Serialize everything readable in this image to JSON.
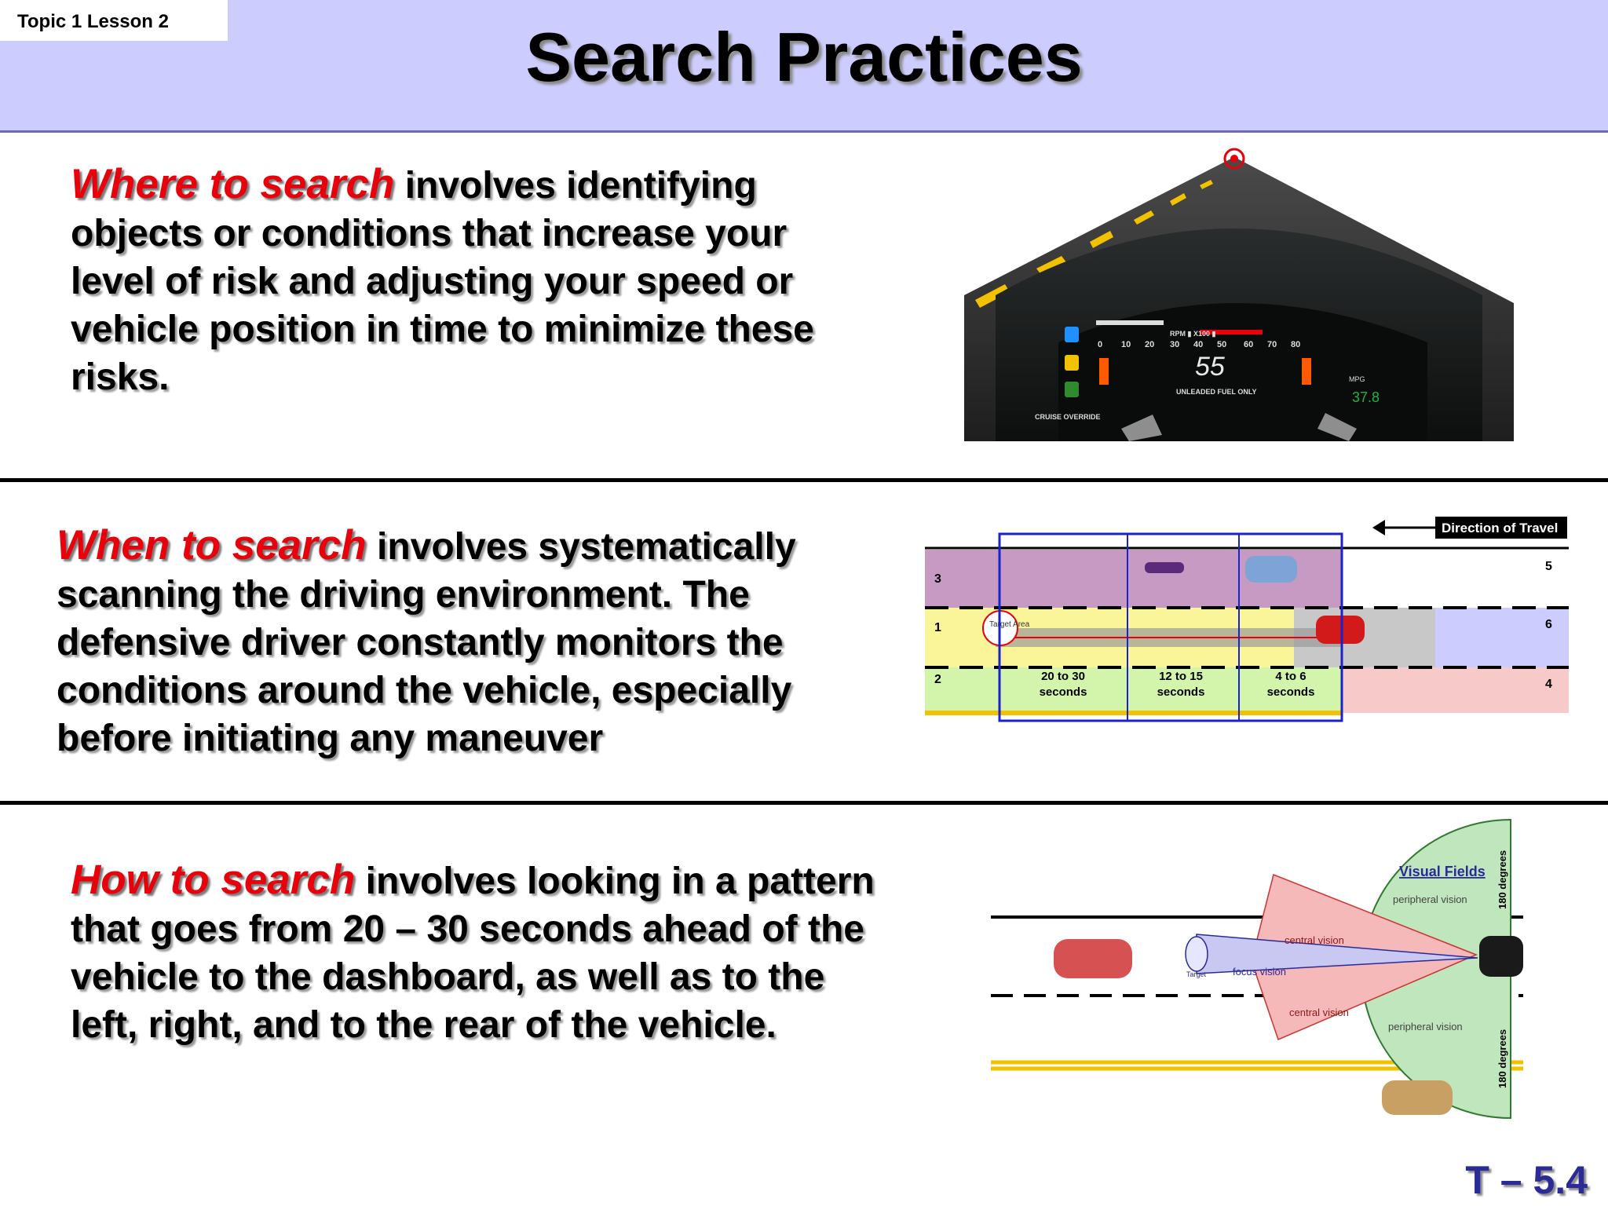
{
  "header": {
    "topic_label": "Topic 1  Lesson 2",
    "title": "Search Practices"
  },
  "sections": [
    {
      "key_phrase": "Where to search",
      "body": "involves identifying objects or conditions that increase your level of risk and adjusting your speed or vehicle position in time to minimize these risks."
    },
    {
      "key_phrase": "When to search",
      "body": "involves systematically scanning the driving environment.  The defensive driver constantly monitors the conditions around the vehicle, especially before initiating any maneuver"
    },
    {
      "key_phrase": "How to search",
      "body": "involves looking in a pattern that goes from 20 – 30 seconds ahead of the vehicle to the dashboard, as well as to the left, right, and to the rear of the vehicle."
    }
  ],
  "dashboard": {
    "gauge_ticks": [
      "0",
      "10",
      "20",
      "30",
      "40",
      "50",
      "60",
      "70",
      "80"
    ],
    "rpm_label": "RPM ▮ X100 ▮",
    "speed": "55",
    "fuel_label": "UNLEADED FUEL ONLY",
    "mpg_label": "MPG",
    "mpg_value": "37.8",
    "cruise_label": "CRUISE OVERRIDE",
    "colors": {
      "accent_red": "#e8000b",
      "lane_yellow": "#f2c200",
      "digital_white": "#e8e8e8"
    }
  },
  "zones_diagram": {
    "direction_label": "Direction of Travel",
    "left_lane_numbers": [
      "3",
      "1",
      "2"
    ],
    "right_lane_numbers": [
      "5",
      "6",
      "4"
    ],
    "target_label": "Target Area",
    "time_labels": [
      {
        "line1": "20 to 30",
        "line2": "seconds"
      },
      {
        "line1": "12 to 15",
        "line2": "seconds"
      },
      {
        "line1": "4 to 6",
        "line2": "seconds"
      }
    ],
    "colors": {
      "zone_purple": "#c79ac3",
      "zone_yellow": "#fbf59a",
      "zone_green": "#d2f4ab",
      "zone_pink": "#f7c9c9",
      "zone_lavender": "#ccccff",
      "frame_blue": "#1a23c8"
    }
  },
  "visual_fields": {
    "title": "Visual Fields",
    "peripheral_top": "peripheral vision",
    "peripheral_bottom": "peripheral vision",
    "central_top": "central vision",
    "central_bottom": "central vision",
    "focus": "focus vision",
    "target": "Target",
    "degrees_top": "180 degrees",
    "degrees_bottom": "180 degrees"
  },
  "footer": {
    "slide_number": "T – 5.4"
  }
}
